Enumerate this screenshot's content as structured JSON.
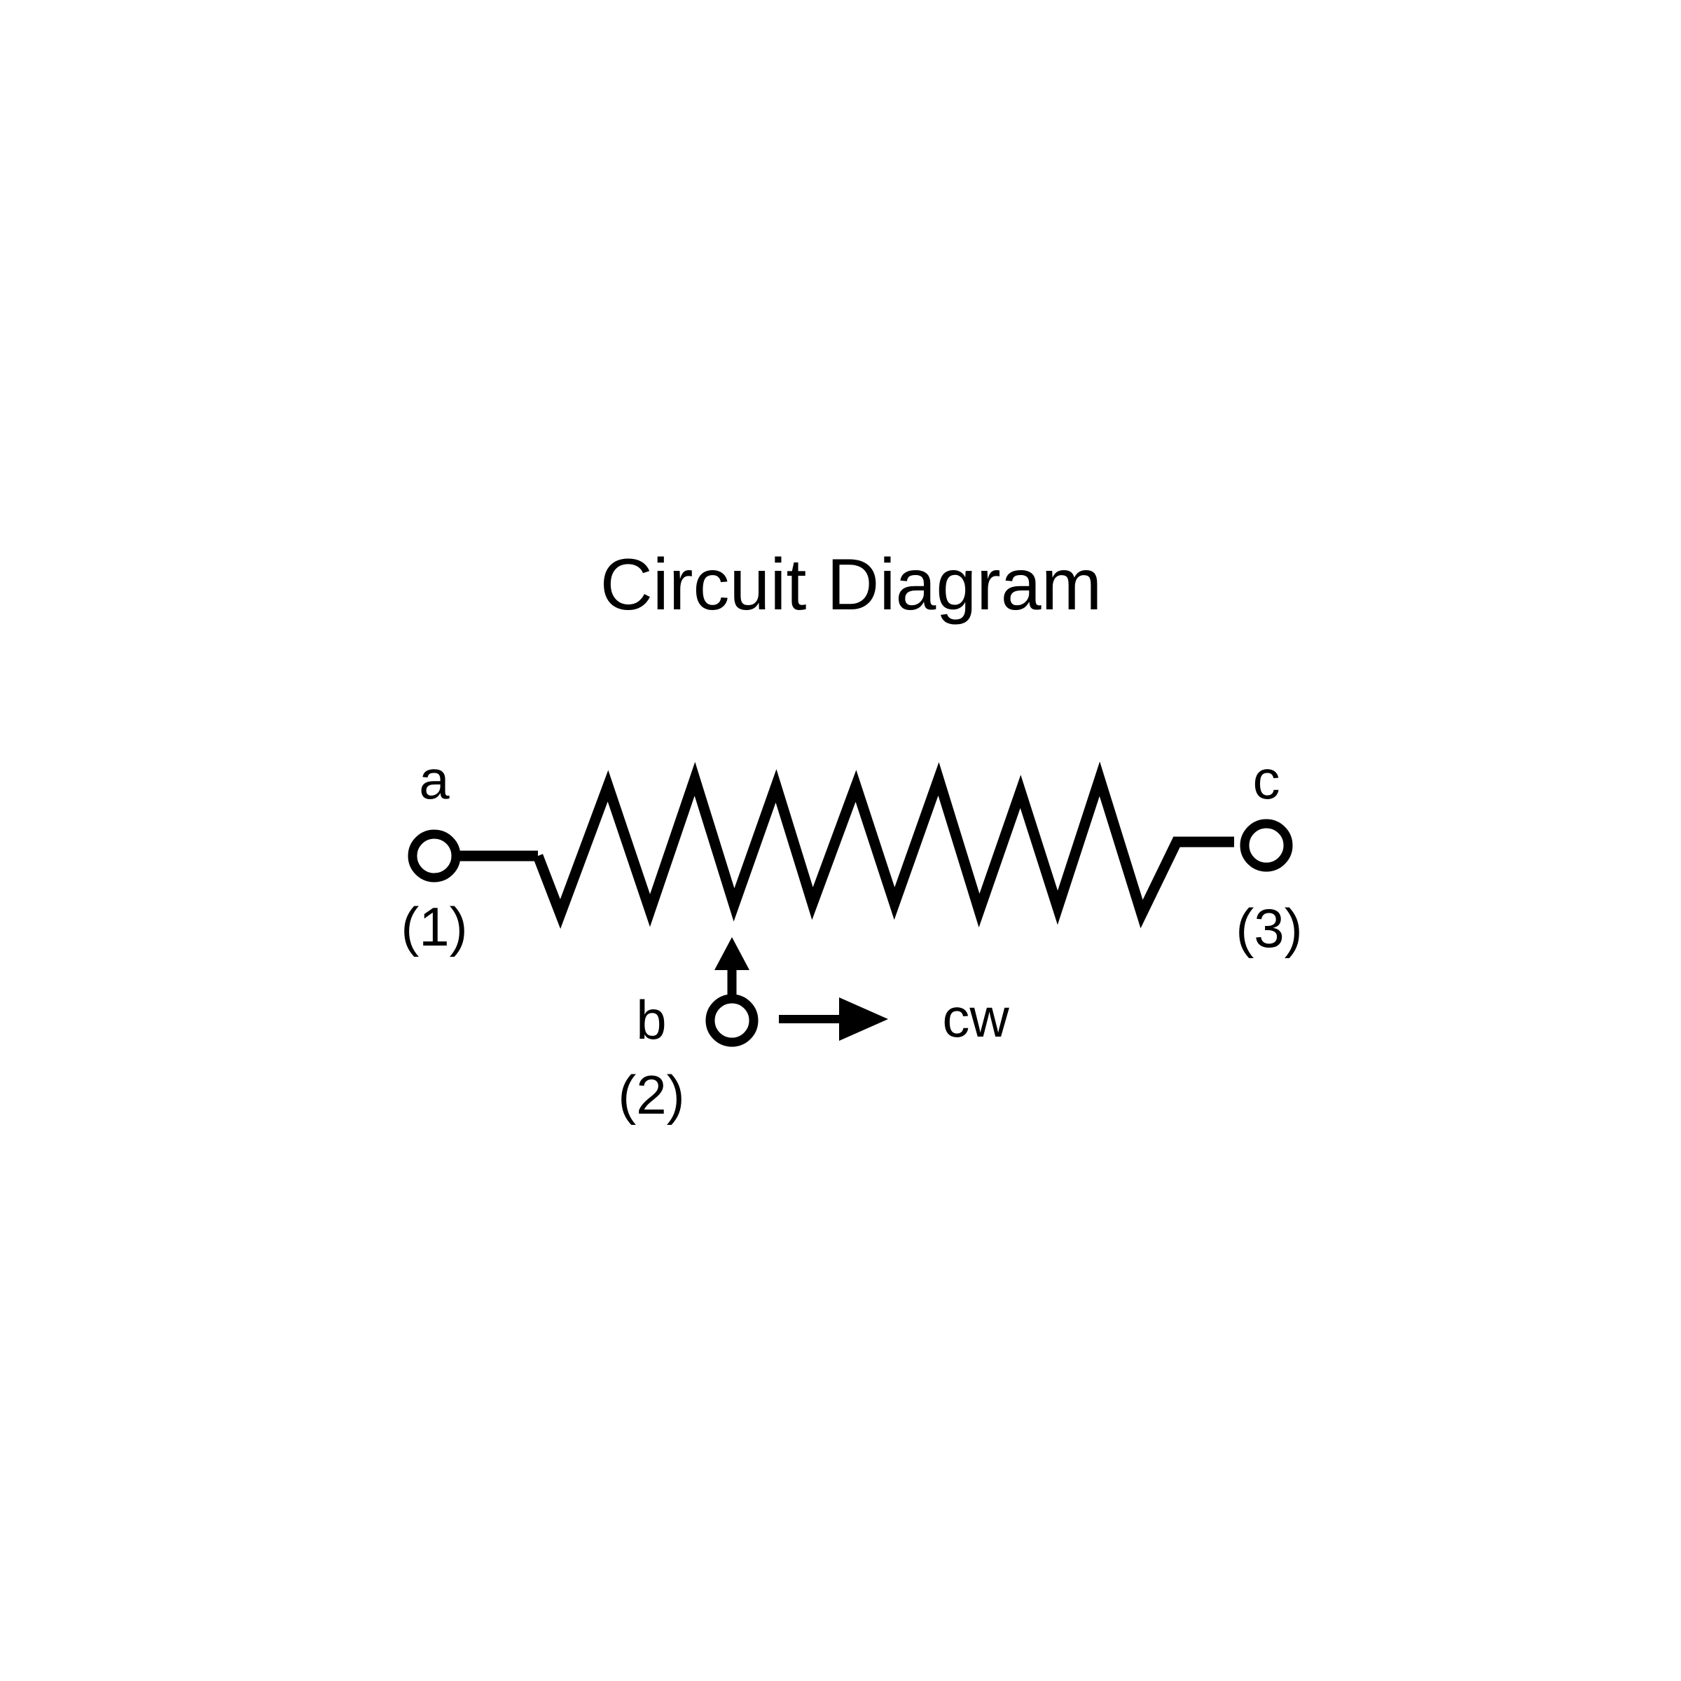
{
  "diagram": {
    "title": "Circuit Diagram",
    "terminals": [
      {
        "letter": "a",
        "pin": "(1)"
      },
      {
        "letter": "b",
        "pin": "(2)"
      },
      {
        "letter": "c",
        "pin": "(3)"
      }
    ],
    "direction_label": "cw",
    "colors": {
      "stroke": "#000000",
      "background": "#ffffff"
    }
  }
}
